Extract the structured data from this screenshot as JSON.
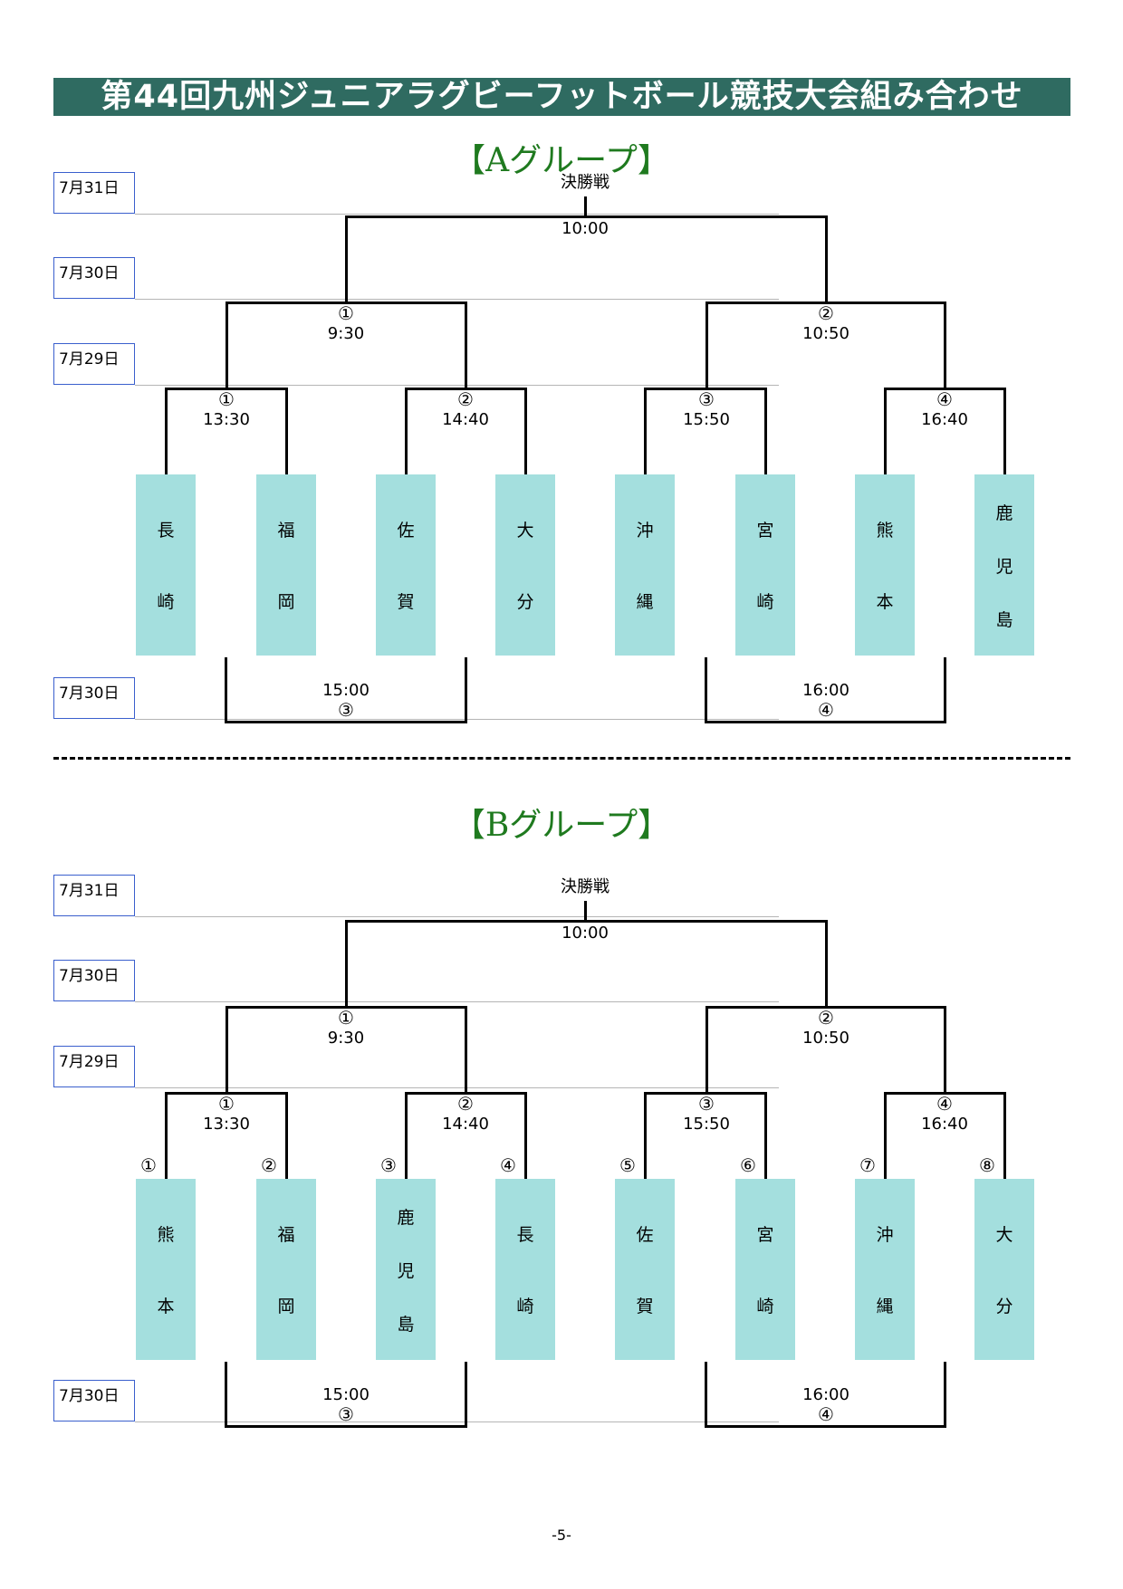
{
  "page_title": "第44回九州ジュニアラグビーフットボール競技大会組み合わせ",
  "page_number": "-5-",
  "colors": {
    "title_bg": "#2f6b61",
    "team_fill": "#a4dfde",
    "group_title": "#1f7a1f",
    "date_border": "#3a5fcd"
  },
  "groups": [
    {
      "title": "【Aグループ】",
      "dates": {
        "final": "7月31日",
        "semi": "7月30日",
        "first": "7月29日",
        "placement": "7月30日"
      },
      "final": {
        "label": "決勝戦",
        "time": "10:00"
      },
      "semis": [
        {
          "num": "①",
          "time": "9:30"
        },
        {
          "num": "②",
          "time": "10:50"
        }
      ],
      "first_round": [
        {
          "num": "①",
          "time": "13:30"
        },
        {
          "num": "②",
          "time": "14:40"
        },
        {
          "num": "③",
          "time": "15:50"
        },
        {
          "num": "④",
          "time": "16:40"
        }
      ],
      "teams": [
        {
          "c1": "長",
          "c2": "崎"
        },
        {
          "c1": "福",
          "c2": "岡"
        },
        {
          "c1": "佐",
          "c2": "賀"
        },
        {
          "c1": "大",
          "c2": "分"
        },
        {
          "c1": "沖",
          "c2": "縄"
        },
        {
          "c1": "宮",
          "c2": "崎"
        },
        {
          "c1": "熊",
          "c2": "本"
        },
        {
          "c1": "鹿",
          "c2": "児",
          "c3": "島"
        }
      ],
      "placement": [
        {
          "time": "15:00",
          "num": "③"
        },
        {
          "time": "16:00",
          "num": "④"
        }
      ]
    },
    {
      "title": "【Bグループ】",
      "dates": {
        "final": "7月31日",
        "semi": "7月30日",
        "first": "7月29日",
        "placement": "7月30日"
      },
      "final": {
        "label": "決勝戦",
        "time": "10:00"
      },
      "semis": [
        {
          "num": "①",
          "time": "9:30"
        },
        {
          "num": "②",
          "time": "10:50"
        }
      ],
      "first_round": [
        {
          "num": "①",
          "time": "13:30"
        },
        {
          "num": "②",
          "time": "14:40"
        },
        {
          "num": "③",
          "time": "15:50"
        },
        {
          "num": "④",
          "time": "16:40"
        }
      ],
      "team_numbers": [
        "①",
        "②",
        "③",
        "④",
        "⑤",
        "⑥",
        "⑦",
        "⑧"
      ],
      "teams": [
        {
          "c1": "熊",
          "c2": "本"
        },
        {
          "c1": "福",
          "c2": "岡"
        },
        {
          "c1": "鹿",
          "c2": "児",
          "c3": "島"
        },
        {
          "c1": "長",
          "c2": "崎"
        },
        {
          "c1": "佐",
          "c2": "賀"
        },
        {
          "c1": "宮",
          "c2": "崎"
        },
        {
          "c1": "沖",
          "c2": "縄"
        },
        {
          "c1": "大",
          "c2": "分"
        }
      ],
      "placement": [
        {
          "time": "15:00",
          "num": "③"
        },
        {
          "time": "16:00",
          "num": "④"
        }
      ]
    }
  ]
}
